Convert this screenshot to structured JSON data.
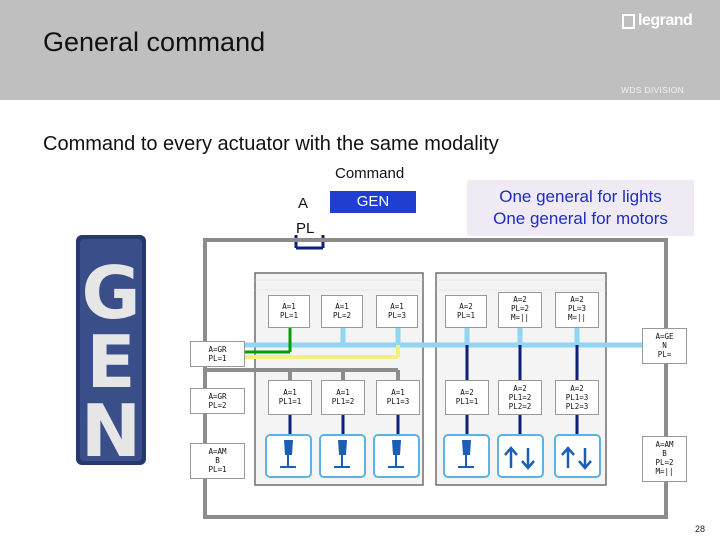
{
  "header": {
    "title": "General command",
    "logo": "legrand",
    "division": "WDS DIVISION"
  },
  "subtitle": "Command to every actuator with the same modality",
  "command_panel": {
    "heading": "Command",
    "a_label": "A",
    "pl_label": "PL",
    "button_label": "GEN"
  },
  "callout": {
    "line1": "One general for lights",
    "line2": "One general for motors"
  },
  "left_labels": [
    {
      "line1": "A=GR",
      "line2": "PL=1"
    },
    {
      "line1": "A=GR",
      "line2": "PL=2"
    },
    {
      "line1": "A=AM",
      "line2": "B",
      "line3": "PL=1"
    }
  ],
  "top_labels": [
    {
      "line1": "A=1",
      "line2": "PL=1"
    },
    {
      "line1": "A=1",
      "line2": "PL=2"
    },
    {
      "line1": "A=1",
      "line2": "PL=3"
    },
    {
      "line1": "A=2",
      "line2": "PL=1"
    },
    {
      "line1": "A=2",
      "line2": "PL=2",
      "line3": "M=||"
    },
    {
      "line1": "A=2",
      "line2": "PL=3",
      "line3": "M=||"
    }
  ],
  "mid_labels": [
    {
      "line1": "A=1",
      "line2": "PL1=1"
    },
    {
      "line1": "A=1",
      "line2": "PL1=2"
    },
    {
      "line1": "A=1",
      "line2": "PL1=3"
    },
    {
      "line1": "A=2",
      "line2": "PL1=1"
    },
    {
      "line1": "A=2",
      "line2": "PL1=2",
      "line3": "PL2=2"
    },
    {
      "line1": "A=2",
      "line2": "PL1=3",
      "line3": "PL2=3"
    }
  ],
  "right_labels": [
    {
      "line1": "A=GE",
      "line2": "N",
      "line3": "PL="
    },
    {
      "line1": "A=AM",
      "line2": "B",
      "line3": "PL=2",
      "line4": "M=||"
    }
  ],
  "page_number": "28",
  "colors": {
    "header_bg": "#bfbfbf",
    "gen_button": "#1f3fd2",
    "callout_text": "#1c2dbf",
    "wire_green": "#00a000",
    "wire_yellow": "#f4f07c",
    "wire_cyan": "#8fd6f4",
    "wire_gray": "#8c8c8c",
    "wire_navy": "#0d1f7a"
  },
  "icons": [
    "gen-sign-image",
    "lamp-icon",
    "motor-updown-icon",
    "legrand-logo"
  ]
}
